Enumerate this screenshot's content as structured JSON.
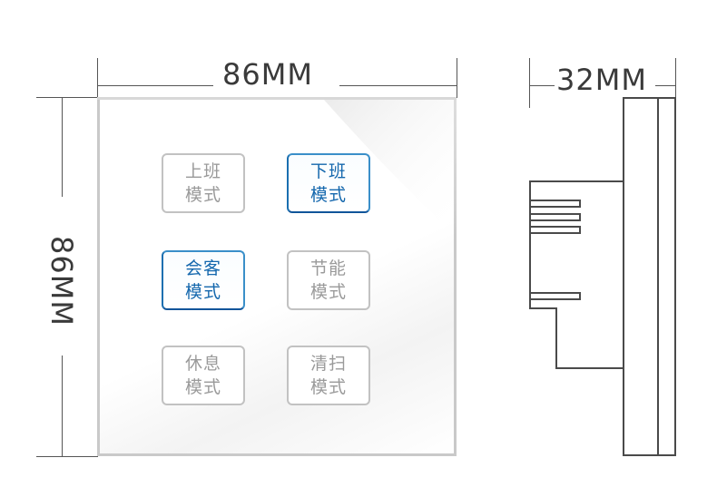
{
  "dimensions": {
    "width_label": "86MM",
    "height_label": "86MM",
    "depth_label": "32MM"
  },
  "keys": [
    {
      "line1": "上班",
      "line2": "模式",
      "active": false
    },
    {
      "line1": "下班",
      "line2": "模式",
      "active": true
    },
    {
      "line1": "会客",
      "line2": "模式",
      "active": true
    },
    {
      "line1": "节能",
      "line2": "模式",
      "active": false
    },
    {
      "line1": "休息",
      "line2": "模式",
      "active": false
    },
    {
      "line1": "清扫",
      "line2": "模式",
      "active": false
    }
  ],
  "colors": {
    "active_text": "#1467ad",
    "inactive_text": "#9a9a9a",
    "active_border": "#3a8fc9",
    "inactive_border": "#c2c2c2"
  }
}
